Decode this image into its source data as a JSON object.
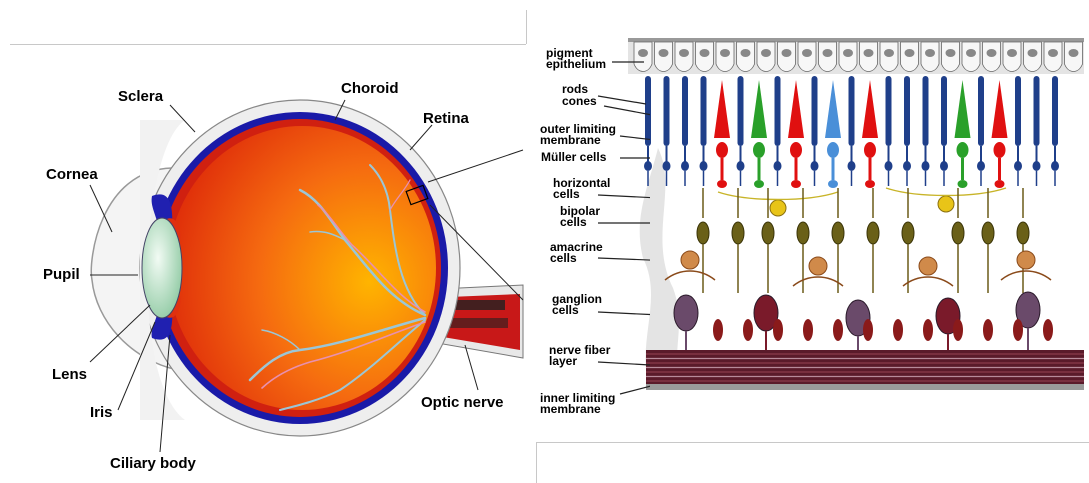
{
  "eye_labels": {
    "sclera": "Sclera",
    "choroid": "Choroid",
    "retina": "Retina",
    "cornea": "Cornea",
    "pupil": "Pupil",
    "lens": "Lens",
    "iris": "Iris",
    "ciliary_body": "Ciliary body",
    "optic_nerve": "Optic nerve"
  },
  "retina_labels": {
    "pigment_1": "pigment",
    "pigment_2": "epithelium",
    "rods": "rods",
    "cones": "cones",
    "olm_1": "outer limiting",
    "olm_2": "membrane",
    "muller": "Müller cells",
    "horiz_1": "horizontal",
    "horiz_2": "cells",
    "bipolar_1": "bipolar",
    "bipolar_2": "cells",
    "amacrine_1": "amacrine",
    "amacrine_2": "cells",
    "ganglion_1": "ganglion",
    "ganglion_2": "cells",
    "nfl_1": "nerve fiber",
    "nfl_2": "layer",
    "ilm_1": "inner limiting",
    "ilm_2": "membrane"
  },
  "colors": {
    "rod": "#1f3f8a",
    "cone_red": "#e01010",
    "cone_green": "#2aa02a",
    "cone_blue": "#4a8fd8",
    "sclera": "#f2f2f2",
    "choroid": "#1a1aa8",
    "eyeball": "#f05a0a",
    "nerve_band": "#6a1a2a"
  }
}
